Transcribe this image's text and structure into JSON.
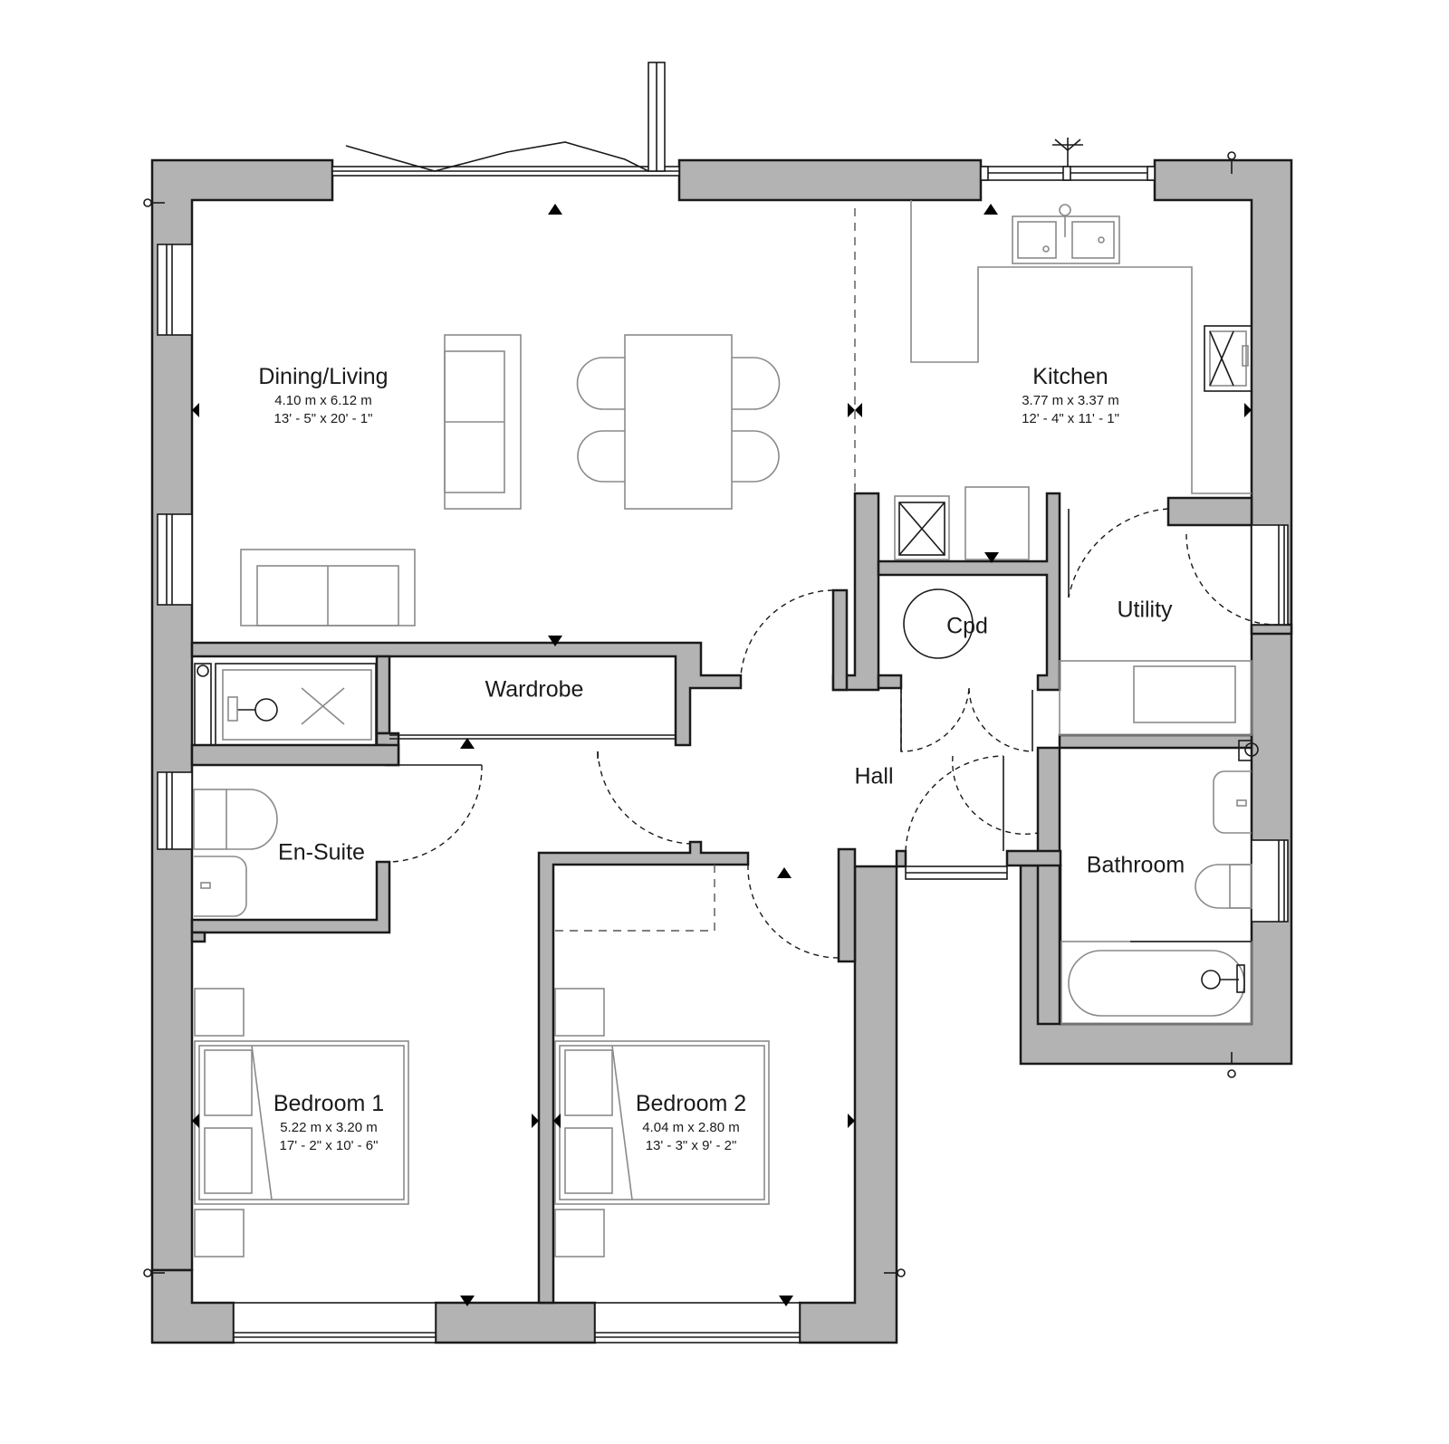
{
  "plan": {
    "rooms": [
      {
        "key": "dining_living",
        "name": "Dining/Living",
        "metric": "4.10 m x  6.12 m",
        "imperial": "13' - 5\" x  20' - 1\""
      },
      {
        "key": "kitchen",
        "name": "Kitchen",
        "metric": "3.77 m x  3.37 m",
        "imperial": "12' - 4\" x  11' - 1\""
      },
      {
        "key": "bedroom_1",
        "name": "Bedroom 1",
        "metric": "5.22 m x  3.20 m",
        "imperial": "17' - 2\" x  10' - 6\""
      },
      {
        "key": "bedroom_2",
        "name": "Bedroom 2",
        "metric": "4.04 m x  2.80 m",
        "imperial": "13' - 3\" x  9' - 2\""
      }
    ],
    "labels": {
      "wardrobe": "Wardrobe",
      "en_suite": "En-Suite",
      "hall": "Hall",
      "cpd": "Cpd",
      "utility": "Utility",
      "bathroom": "Bathroom"
    },
    "colors": {
      "wall_fill": "#b3b3b3",
      "outline": "#1a1a1a",
      "furniture": "#8a8a8a",
      "background": "#ffffff"
    },
    "icons": [
      "dimension-arrow-icon",
      "sink-icon",
      "cooker-icon",
      "boiler-icon",
      "shower-icon",
      "wc-icon",
      "basin-icon",
      "bath-icon",
      "bed-icon",
      "sofa-icon",
      "dining-table-icon",
      "bifold-door-icon",
      "window-icon",
      "door-swing-icon",
      "extractor-fan-icon"
    ]
  }
}
